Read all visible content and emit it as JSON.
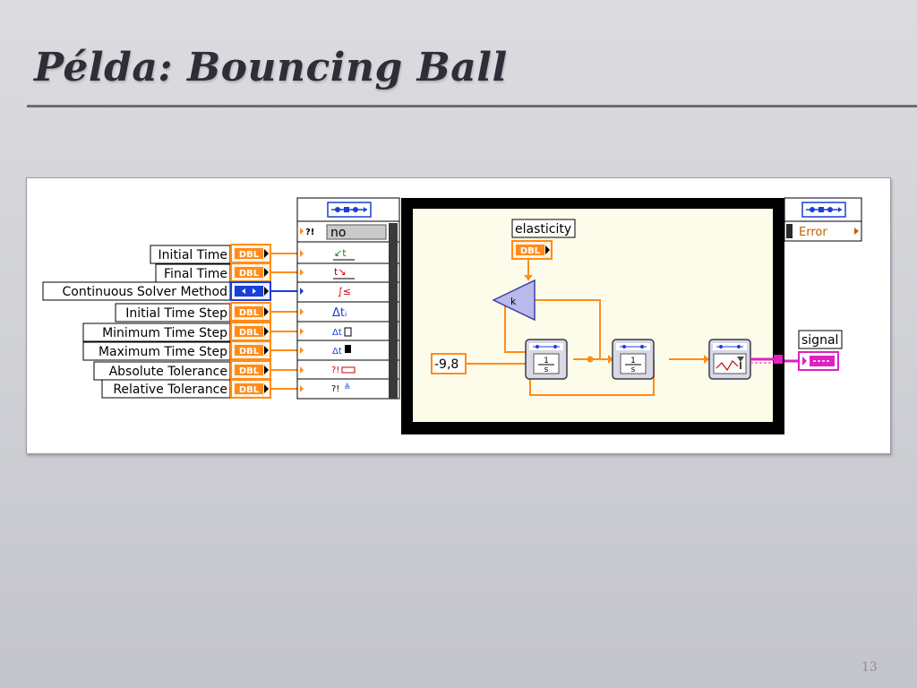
{
  "slide": {
    "title": "Példa: Bouncing Ball",
    "number": "13"
  },
  "config_inputs": [
    {
      "label": "Initial Time",
      "terminal": "DBL"
    },
    {
      "label": "Final Time",
      "terminal": "DBL"
    },
    {
      "label": "Continuous Solver Method",
      "terminal": "enum"
    },
    {
      "label": "Initial Time Step",
      "terminal": "DBL"
    },
    {
      "label": "Minimum Time Step",
      "terminal": "DBL"
    },
    {
      "label": "Maximum Time Step",
      "terminal": "DBL"
    },
    {
      "label": "Absolute Tolerance",
      "terminal": "DBL"
    },
    {
      "label": "Relative Tolerance",
      "terminal": "DBL"
    }
  ],
  "input_node": {
    "flag": "?!",
    "value": "no"
  },
  "output_node": {
    "error_label": "Error"
  },
  "loop": {
    "elasticity_label": "elasticity",
    "elasticity_terminal": "DBL",
    "gain_symbol": "k",
    "constant": "-9,8",
    "integrator_1": {
      "num": "1",
      "den": "s"
    },
    "integrator_2": {
      "num": "1",
      "den": "s"
    }
  },
  "signal_label": "signal",
  "colors": {
    "orange": "#ff8c1a",
    "blue": "#1a3fd6",
    "pink": "#e020c0",
    "loop_bg": "#fdfcea"
  }
}
